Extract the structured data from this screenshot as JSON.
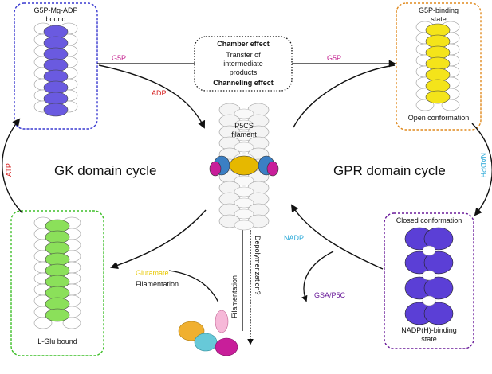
{
  "cycles": {
    "gk": "GK domain cycle",
    "gpr": "GPR domain cycle"
  },
  "center_box": {
    "line1": "Chamber effect",
    "line2": "Transfer of",
    "line3": "intermediate",
    "line4": "products",
    "line5": "Channeling effect"
  },
  "center_filament": {
    "line1": "P5CS",
    "line2": "filament"
  },
  "states": {
    "top_left": {
      "line1": "G5P-Mg-ADP",
      "line2": "bound",
      "color": "#3a3ad0"
    },
    "top_right": {
      "line1": "G5P-binding",
      "line2": "state",
      "bottom": "Open conformation",
      "color": "#e08a1e"
    },
    "bottom_right": {
      "top": "Closed conformation",
      "line1": "NADP(H)-binding",
      "line2": "state",
      "color": "#6a1b9a"
    },
    "bottom_left": {
      "bottom": "L-Glu bound",
      "color": "#3fbf2a"
    }
  },
  "arrow_labels": {
    "g5p_left": {
      "text": "G5P",
      "color": "#c2188b"
    },
    "g5p_right": {
      "text": "G5P",
      "color": "#c2188b"
    },
    "adp": {
      "text": "ADP",
      "color": "#d62020"
    },
    "atp": {
      "text": "ATP",
      "color": "#d62020"
    },
    "nadph": {
      "text": "NADPH",
      "color": "#2aa8d8"
    },
    "nadp": {
      "text": "NADP",
      "color": "#2aa8d8"
    },
    "glutamate": {
      "text": "Glutamate",
      "color": "#e8c800"
    },
    "filamentation_left": {
      "text": "Filamentation",
      "color": "#111111"
    },
    "gsa": {
      "text": "GSA/P5C",
      "color": "#6a1b9a"
    },
    "filamentation_vert": {
      "text": "Filamentation",
      "color": "#111111"
    },
    "depoly": {
      "text": "Depolymerization?",
      "color": "#111111"
    }
  },
  "colors": {
    "gk_blue": "#6a5ae0",
    "green": "#8be05a",
    "yellow": "#f4e41a",
    "purple_dark": "#5b3fd6",
    "gray_outline": "#9a9a9a"
  }
}
